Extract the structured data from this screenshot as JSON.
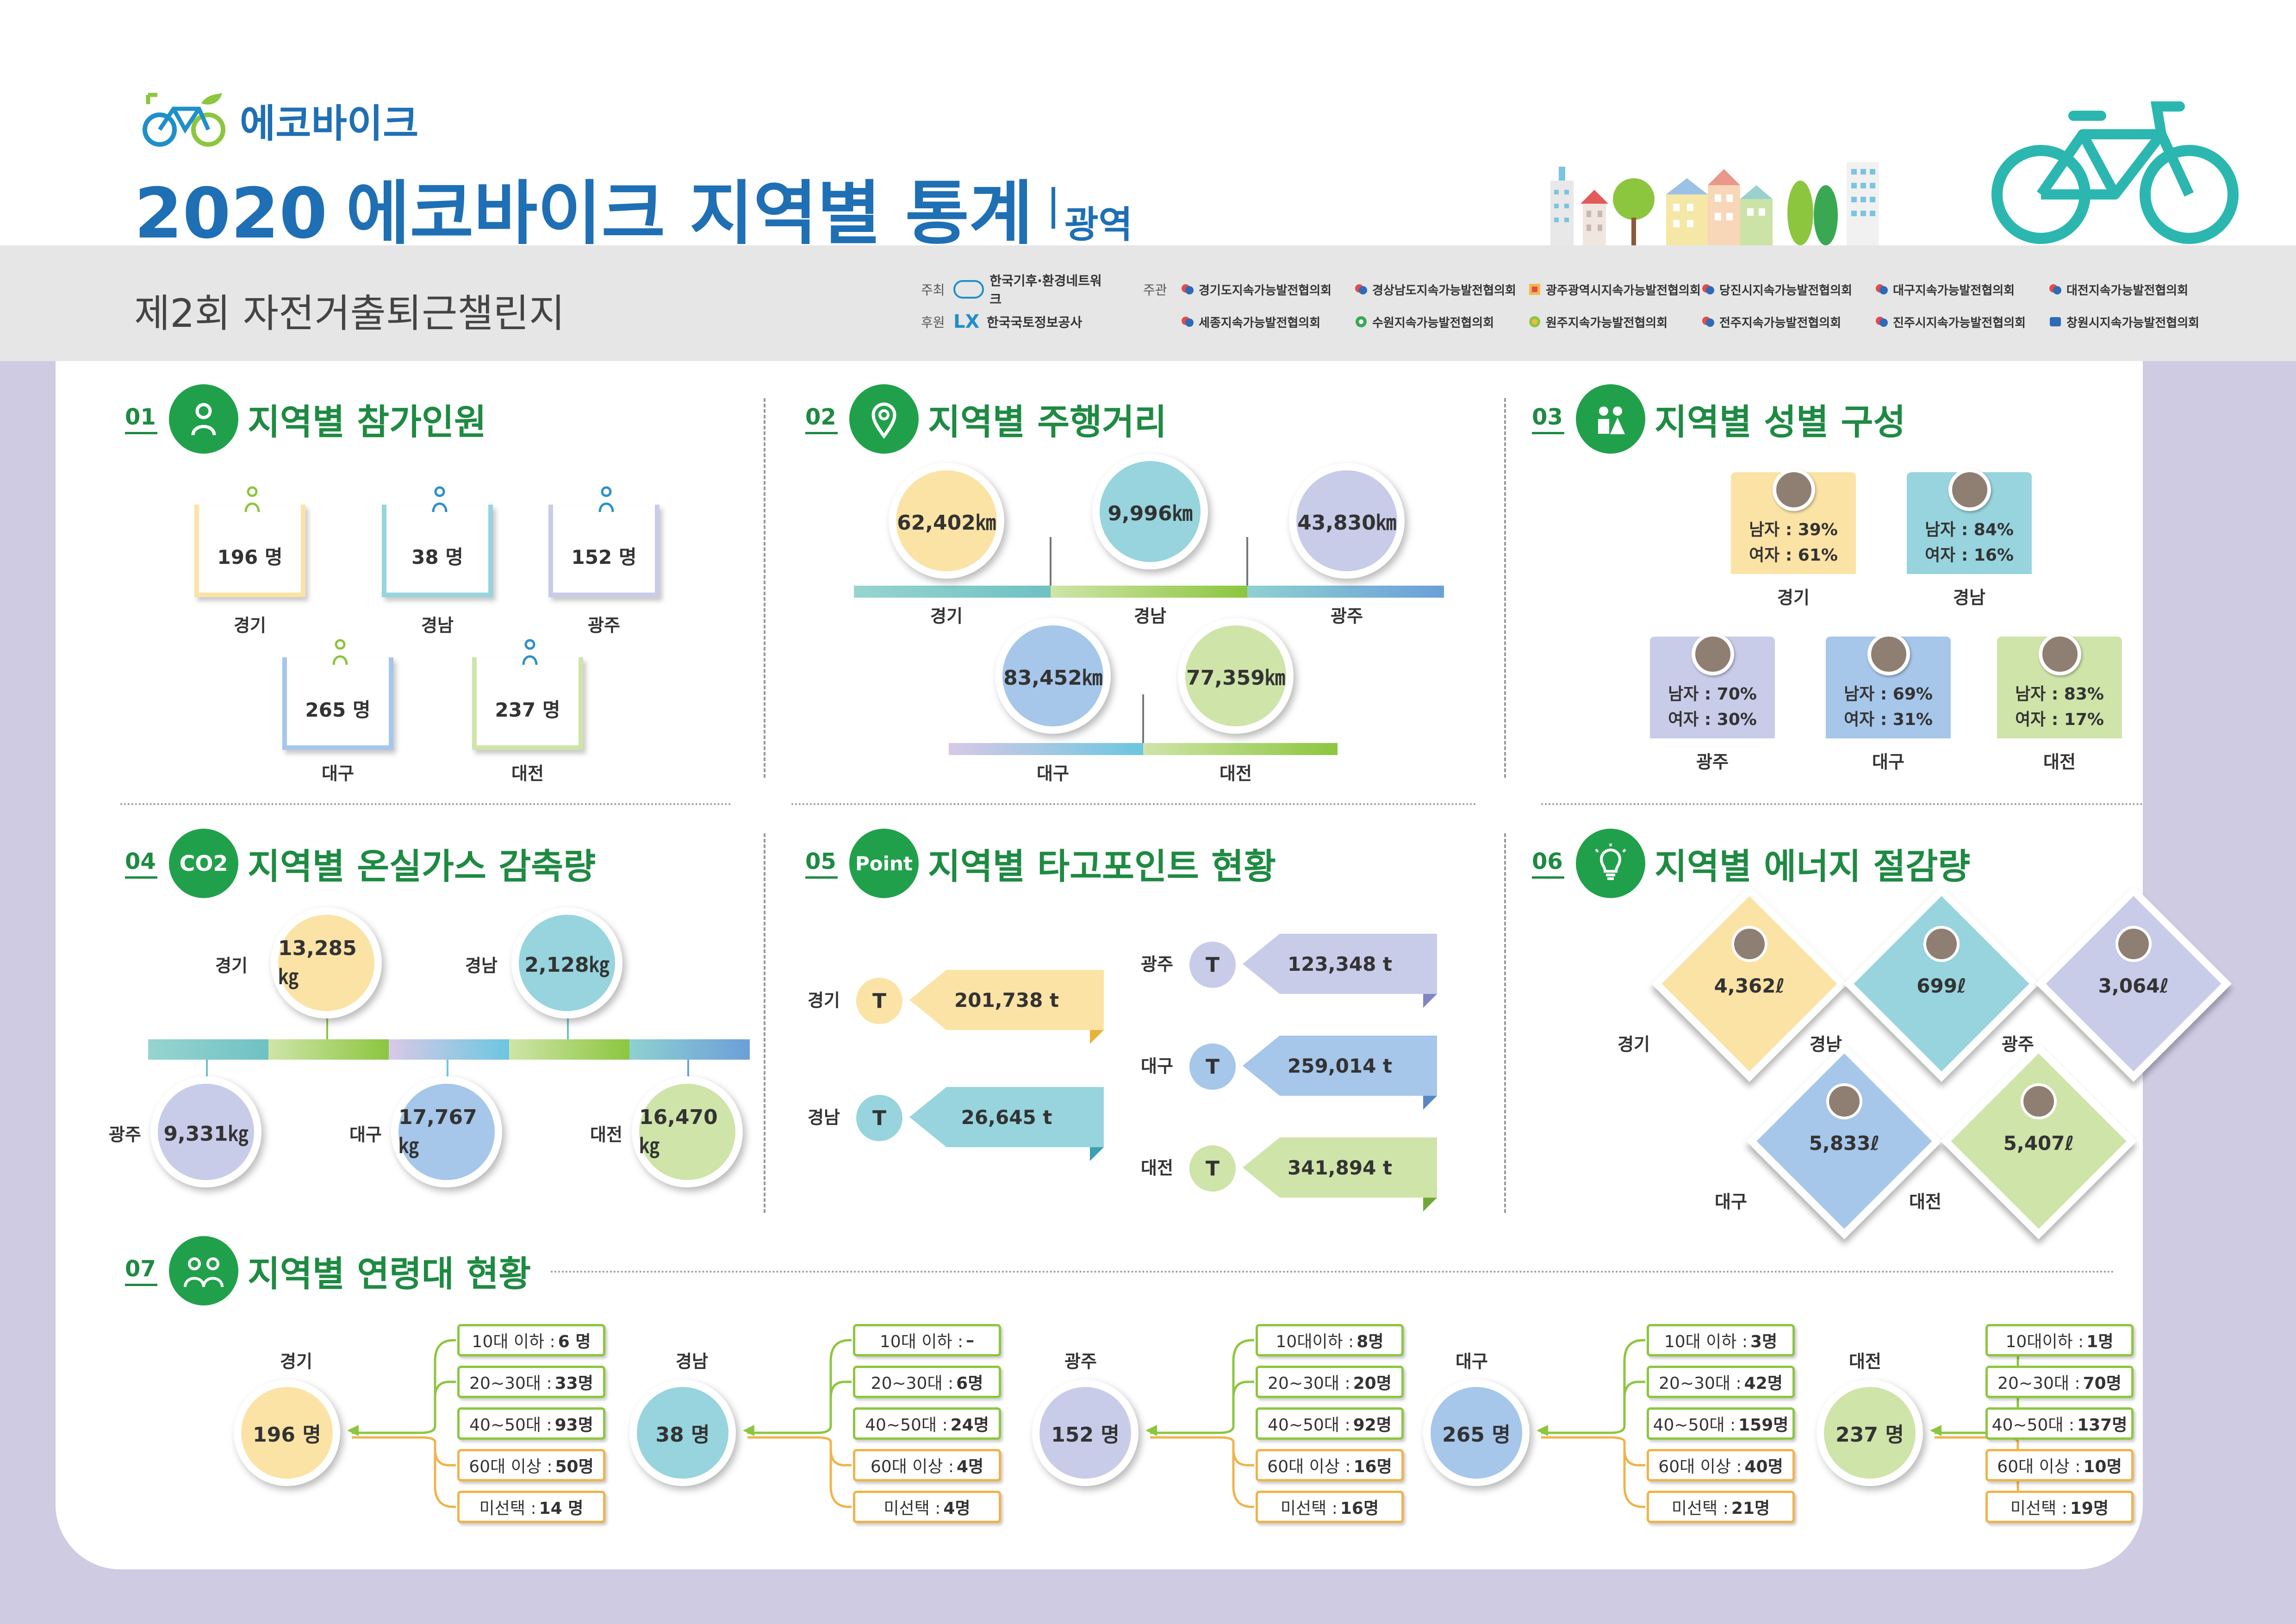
{
  "header": {
    "logo_text": "에코바이크",
    "title_year": "2020",
    "title_main": "에코바이크 지역별 통계",
    "title_sub": "광역",
    "challenge": "제2회 자전거출퇴근챌린지"
  },
  "sponsors": {
    "host_label": "주최",
    "host_org": "한국기후·환경네트워크",
    "support_label": "후원",
    "support_org": "한국국토정보공사",
    "organizer_label": "주관",
    "organizers_row1": [
      "경기도지속가능발전협의회",
      "경상남도지속가능발전협의회",
      "광주광역시지속가능발전협의회",
      "당진시지속가능발전협의회",
      "대구지속가능발전협의회",
      "대전지속가능발전협의회"
    ],
    "organizers_row2": [
      "세종지속가능발전협의회",
      "수원지속가능발전협의회",
      "원주지속가능발전협의회",
      "전주지속가능발전협의회",
      "진주시지속가능발전협의회",
      "창원시지속가능발전협의회"
    ]
  },
  "colors": {
    "brand_blue": "#1f6fb4",
    "section_green": "#1e8a42",
    "gyeonggi": "#fbe3a6",
    "gyeongnam": "#97d4dd",
    "gwangju": "#c8cce9",
    "daegu": "#a6c6ea",
    "daejeon": "#cfe4a9"
  },
  "sections": {
    "s01": {
      "num": "01",
      "title": "지역별 참가인원",
      "items": [
        {
          "region": "경기",
          "value": "196 명"
        },
        {
          "region": "경남",
          "value": "38 명"
        },
        {
          "region": "광주",
          "value": "152 명"
        },
        {
          "region": "대구",
          "value": "265 명"
        },
        {
          "region": "대전",
          "value": "237 명"
        }
      ]
    },
    "s02": {
      "num": "02",
      "title": "지역별 주행거리",
      "items": [
        {
          "region": "경기",
          "value": "62,402㎞"
        },
        {
          "region": "경남",
          "value": "9,996㎞"
        },
        {
          "region": "광주",
          "value": "43,830㎞"
        },
        {
          "region": "대구",
          "value": "83,452㎞"
        },
        {
          "region": "대전",
          "value": "77,359㎞"
        }
      ]
    },
    "s03": {
      "num": "03",
      "title": "지역별 성별 구성",
      "items": [
        {
          "region": "경기",
          "male": "남자 : 39%",
          "female": "여자 : 61%"
        },
        {
          "region": "경남",
          "male": "남자 : 84%",
          "female": "여자 : 16%"
        },
        {
          "region": "광주",
          "male": "남자 : 70%",
          "female": "여자 : 30%"
        },
        {
          "region": "대구",
          "male": "남자 : 69%",
          "female": "여자 : 31%"
        },
        {
          "region": "대전",
          "male": "남자 : 83%",
          "female": "여자 : 17%"
        }
      ]
    },
    "s04": {
      "num": "04",
      "title": "지역별 온실가스 감축량",
      "icon_text": "CO2",
      "items": [
        {
          "region": "경기",
          "value": "13,285㎏"
        },
        {
          "region": "경남",
          "value": "2,128㎏"
        },
        {
          "region": "광주",
          "value": "9,331㎏"
        },
        {
          "region": "대구",
          "value": "17,767㎏"
        },
        {
          "region": "대전",
          "value": "16,470㎏"
        }
      ]
    },
    "s05": {
      "num": "05",
      "title": "지역별 타고포인트 현황",
      "icon_text": "Point",
      "t_label": "T",
      "items": [
        {
          "region": "경기",
          "value": "201,738 t"
        },
        {
          "region": "경남",
          "value": "26,645 t"
        },
        {
          "region": "광주",
          "value": "123,348 t"
        },
        {
          "region": "대구",
          "value": "259,014 t"
        },
        {
          "region": "대전",
          "value": "341,894 t"
        }
      ]
    },
    "s06": {
      "num": "06",
      "title": "지역별 에너지 절감량",
      "items": [
        {
          "region": "경기",
          "value": "4,362ℓ"
        },
        {
          "region": "경남",
          "value": "699ℓ"
        },
        {
          "region": "광주",
          "value": "3,064ℓ"
        },
        {
          "region": "대구",
          "value": "5,833ℓ"
        },
        {
          "region": "대전",
          "value": "5,407ℓ"
        }
      ]
    },
    "s07": {
      "num": "07",
      "title": "지역별 연령대 현황",
      "regions": [
        {
          "region": "경기",
          "total": "196 명",
          "ages": [
            {
              "k": "10대 이하 :",
              "v": "6 명"
            },
            {
              "k": "20~30대 :",
              "v": "33명"
            },
            {
              "k": "40~50대 :",
              "v": "93명"
            },
            {
              "k": "60대 이상 :",
              "v": "50명"
            },
            {
              "k": "미선택 :",
              "v": "14 명"
            }
          ]
        },
        {
          "region": "경남",
          "total": "38 명",
          "ages": [
            {
              "k": "10대 이하 :",
              "v": "–"
            },
            {
              "k": "20~30대 :",
              "v": "6명"
            },
            {
              "k": "40~50대 :",
              "v": "24명"
            },
            {
              "k": "60대 이상 :",
              "v": "4명"
            },
            {
              "k": "미선택 :",
              "v": "4명"
            }
          ]
        },
        {
          "region": "광주",
          "total": "152 명",
          "ages": [
            {
              "k": "10대이하 :",
              "v": "8명"
            },
            {
              "k": "20~30대 :",
              "v": "20명"
            },
            {
              "k": "40~50대 :",
              "v": "92명"
            },
            {
              "k": "60대 이상 :",
              "v": "16명"
            },
            {
              "k": "미선택 :",
              "v": "16명"
            }
          ]
        },
        {
          "region": "대구",
          "total": "265 명",
          "ages": [
            {
              "k": "10대 이하 :",
              "v": "3명"
            },
            {
              "k": "20~30대 :",
              "v": "42명"
            },
            {
              "k": "40~50대 :",
              "v": "159명"
            },
            {
              "k": "60대 이상 :",
              "v": "40명"
            },
            {
              "k": "미선택 :",
              "v": "21명"
            }
          ]
        },
        {
          "region": "대전",
          "total": "237 명",
          "ages": [
            {
              "k": "10대이하 :",
              "v": "1명"
            },
            {
              "k": "20~30대 :",
              "v": "70명"
            },
            {
              "k": "40~50대 :",
              "v": "137명"
            },
            {
              "k": "60대 이상 :",
              "v": "10명"
            },
            {
              "k": "미선택 :",
              "v": "19명"
            }
          ]
        }
      ]
    }
  }
}
